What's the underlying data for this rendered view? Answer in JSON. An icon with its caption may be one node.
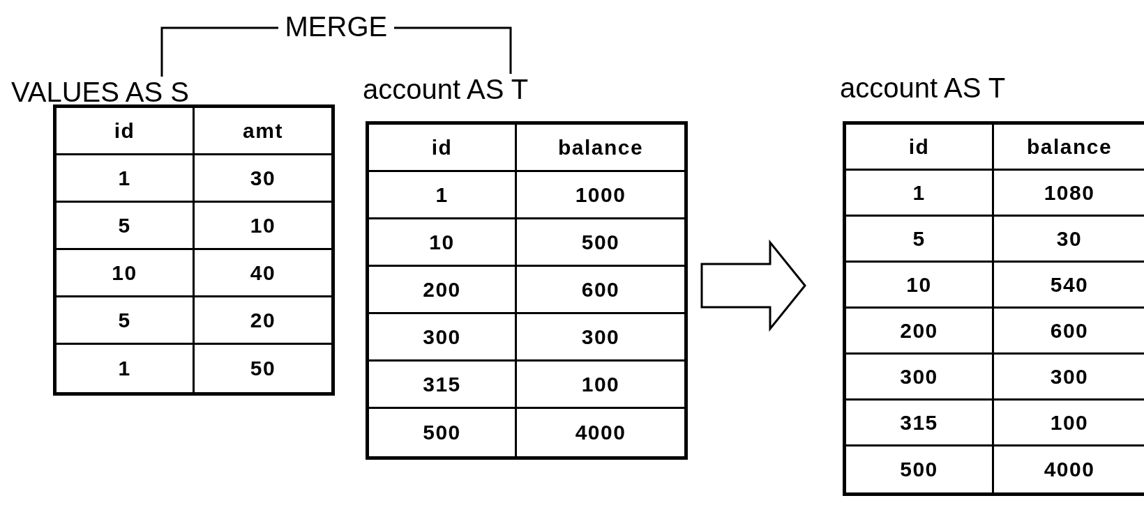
{
  "diagram": {
    "nodes": [
      {
        "text": [
          "VALUES AS S"
        ]
      },
      {
        "text": [
          "account AS T"
        ]
      },
      {
        "text": [
          "account AS T"
        ]
      }
    ],
    "edges": [
      {
        "from": 0,
        "to": 1,
        "arrow": "none",
        "label": "MERGE"
      },
      {
        "from": 1,
        "to": 2,
        "arrow": "to"
      }
    ],
    "labels": [
      "id",
      "amt",
      "1",
      "30",
      "5",
      "10",
      "10",
      "40",
      "5",
      "20",
      "1",
      "50",
      "id",
      "balance",
      "1",
      "1000",
      "10",
      "500",
      "200",
      "600",
      "300",
      "300",
      "315",
      "100",
      "500",
      "4000",
      "id",
      "balance",
      "1",
      "1080",
      "5",
      "30",
      "10",
      "540",
      "200",
      "600",
      "300",
      "300",
      "315",
      "100",
      "500",
      "4000"
    ]
  }
}
